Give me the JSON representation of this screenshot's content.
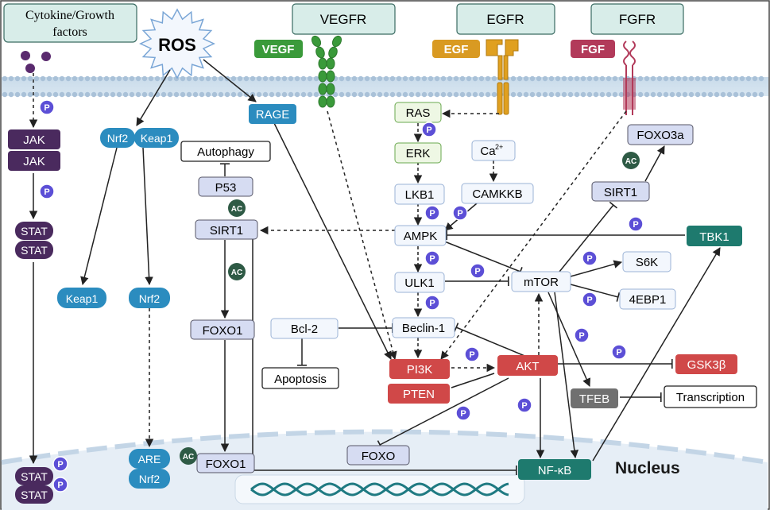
{
  "receptors": {
    "cytokine": "Cytokine/Growth factors",
    "cytokine_l1": "Cytokine/Growth",
    "cytokine_l2": "factors",
    "vegfr": "VEGFR",
    "egfr": "EGFR",
    "fgfr": "FGFR"
  },
  "ligands": {
    "vegf": "VEGF",
    "egf": "EGF",
    "fgf": "FGF"
  },
  "ros": "ROS",
  "nodes": {
    "jak1": "JAK",
    "jak2": "JAK",
    "stat1": "STAT",
    "stat2": "STAT",
    "stat3": "STAT",
    "stat4": "STAT",
    "nrf2_top": "Nrf2",
    "keap1_top": "Keap1",
    "keap1": "Keap1",
    "nrf2": "Nrf2",
    "are": "ARE",
    "nrf2_nuc": "Nrf2",
    "rage": "RAGE",
    "autophagy": "Autophagy",
    "p53": "P53",
    "sirt1_left": "SIRT1",
    "foxo1": "FOXO1",
    "foxo1_nuc": "FOXO1",
    "bcl2": "Bcl-2",
    "apoptosis": "Apoptosis",
    "ras": "RAS",
    "erk": "ERK",
    "lkb1": "LKB1",
    "ampk": "AMPK",
    "ulk1": "ULK1",
    "beclin1": "Beclin-1",
    "ca": "Ca",
    "ca_sup": "2+",
    "camkkb": "CAMKKB",
    "pi3k": "PI3K",
    "pten": "PTEN",
    "akt": "AKT",
    "mtor": "mTOR",
    "s6k": "S6K",
    "ebp1": "4EBP1",
    "sirt1_right": "SIRT1",
    "foxo3a": "FOXO3a",
    "tbk1": "TBK1",
    "gsk3b": "GSK3β",
    "tfeb": "TFEB",
    "transcription": "Transcription",
    "foxo": "FOXO",
    "nfkb": "NF-κB"
  },
  "badges": {
    "p": "P",
    "ac": "AC"
  },
  "nucleus_label": "Nucleus",
  "colors": {
    "receptor_fill": "#d8ede9",
    "receptor_stroke": "#3a6b62",
    "membrane": "#c6d9e8",
    "purple_dark": "#4a2a5e",
    "purple_badge": "#5c4fd6",
    "blue_node": "#2b8cbf",
    "teal_node": "#1e7a6e",
    "red_node": "#d04848",
    "grey_node": "#707070",
    "light_node": "#f3f7fd",
    "light_node2": "#d6dcf2",
    "green_node": "#3a9a3a",
    "orange_node": "#d99a22",
    "maroon_node": "#b23a5a",
    "ac_badge": "#2e5a45",
    "nucleus": "#e4edf5",
    "dna": "#1f7a82"
  }
}
